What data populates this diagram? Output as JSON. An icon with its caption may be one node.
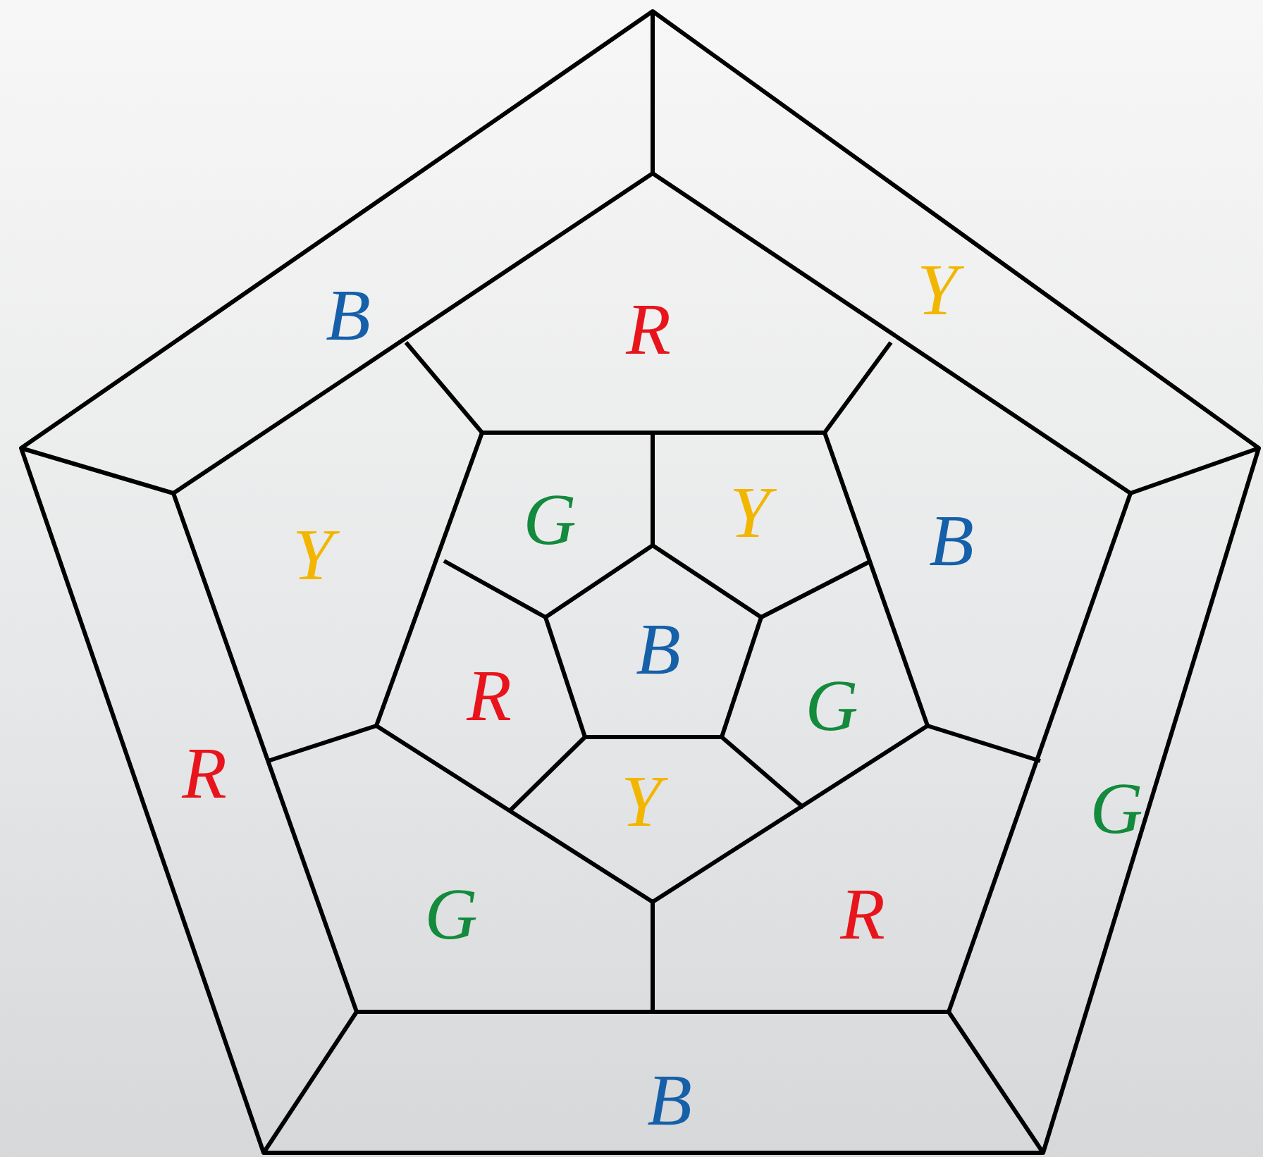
{
  "diagram": {
    "labels": [
      "B",
      "R",
      "Y",
      "Y",
      "G",
      "Y",
      "B",
      "R",
      "B",
      "G",
      "R",
      "Y",
      "G",
      "G",
      "R",
      "B"
    ]
  }
}
